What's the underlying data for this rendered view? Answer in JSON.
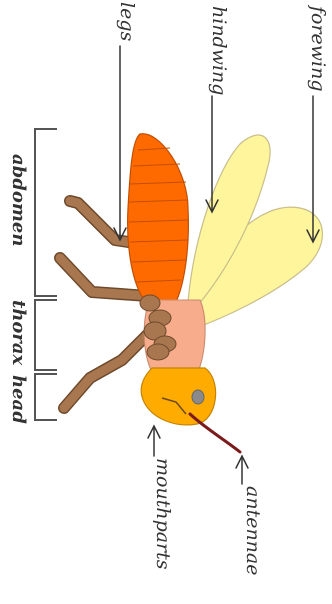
{
  "labels": {
    "legs": "legs",
    "hindwing": "hindwing",
    "forewing": "forewing",
    "abdomen": "abdomen",
    "thorax": "thorax",
    "head": "head",
    "mouthparts": "mouthparts",
    "antennae": "antennae"
  },
  "colors": {
    "abdomen": "#ff6a00",
    "thorax": "#f7ac8c",
    "head": "#ffab00",
    "wing": "#fff59c",
    "legs": "#a9774f",
    "antenna": "#7a1a1a",
    "eye": "#8a8a8a",
    "line": "#333333"
  }
}
